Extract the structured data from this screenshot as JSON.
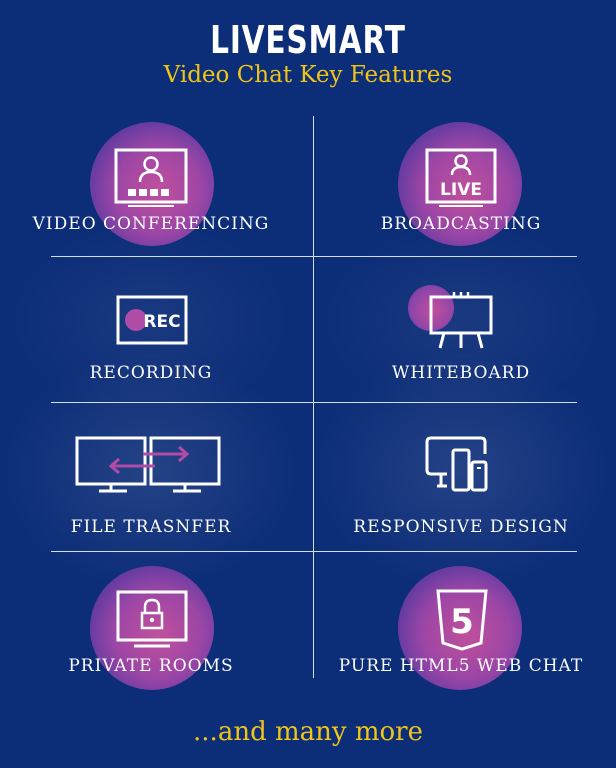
{
  "header": {
    "brand": "LIVESMART",
    "subtitle": "Video Chat Key Features"
  },
  "features": [
    {
      "label": "VIDEO CONFERENCING",
      "icon": "video-conferencing-icon"
    },
    {
      "label": "BROADCASTING",
      "icon": "live-broadcast-icon",
      "icon_text": "LIVE"
    },
    {
      "label": "RECORDING",
      "icon": "recording-icon",
      "icon_text": "REC"
    },
    {
      "label": "WHITEBOARD",
      "icon": "whiteboard-icon"
    },
    {
      "label": "FILE TRASNFER",
      "icon": "file-transfer-icon"
    },
    {
      "label": "RESPONSIVE DESIGN",
      "icon": "responsive-devices-icon"
    },
    {
      "label": "PRIVATE ROOMS",
      "icon": "locked-screen-icon"
    },
    {
      "label": "PURE HTML5 WEB CHAT",
      "icon": "html5-icon",
      "icon_text": "5"
    }
  ],
  "footer": {
    "more_text": "...and many more"
  },
  "colors": {
    "background": "#0c2d78",
    "accent_yellow": "#f1c418",
    "accent_purple": "#c0509c",
    "text": "#ffffff"
  }
}
